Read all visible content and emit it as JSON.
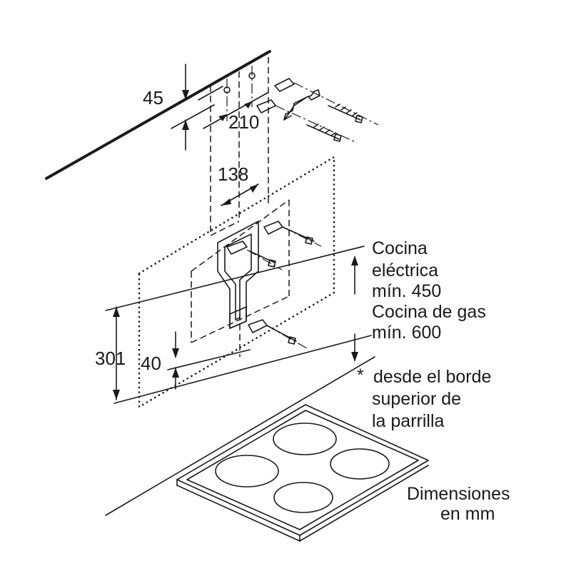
{
  "dimensions": {
    "d45": "45",
    "d210": "210",
    "d138": "138",
    "d301": "301",
    "d40": "40"
  },
  "notes": {
    "clearance_electric_line1": "Cocina",
    "clearance_electric_line2": "eléctrica",
    "clearance_electric_line3": "mín. 450",
    "clearance_gas_line1": "Cocina de gas",
    "clearance_gas_line2": "mín. 600",
    "footnote_marker": "*",
    "footnote_line1": "desde el borde",
    "footnote_line2": "superior de",
    "footnote_line3": "la parrilla",
    "units_line1": "Dimensiones",
    "units_line2": "en mm"
  }
}
